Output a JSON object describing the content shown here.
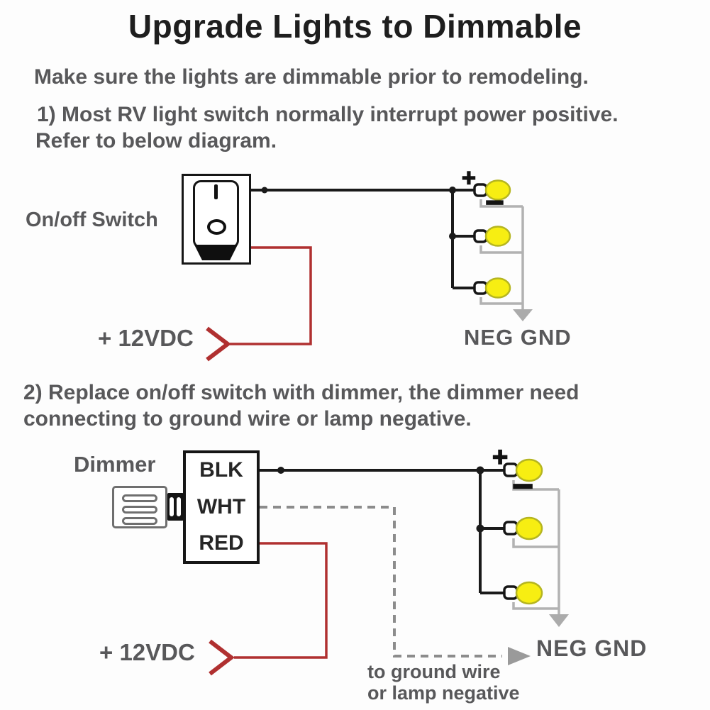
{
  "title": "Upgrade Lights to Dimmable",
  "intro": "Make sure the lights are dimmable prior to remodeling.",
  "step1": {
    "heading_line1": "1) Most RV light switch normally interrupt power positive.",
    "heading_line2": "Refer to below diagram.",
    "switch_label": "On/off Switch",
    "power_label": "+ 12VDC",
    "ground_label": "NEG GND",
    "plus_symbol": "+",
    "minus_symbol": "−"
  },
  "step2": {
    "heading_line1": "2) Replace on/off switch with dimmer, the dimmer need",
    "heading_line2": "connecting to ground wire or lamp negative.",
    "dimmer_label": "Dimmer",
    "wire_labels": [
      "BLK",
      "WHT",
      "RED"
    ],
    "power_label": "+ 12VDC",
    "ground_label": "NEG GND",
    "plus_symbol": "+",
    "minus_symbol": "−",
    "ground_note_line1": "to ground wire",
    "ground_note_line2": "or lamp negative"
  },
  "colors": {
    "power_wire_red": "#b03030",
    "ground_wire_gray": "#b2b2b2",
    "signal_wire_black": "#1a1a1a",
    "bulb_yellow": "#f7ee12",
    "text_gray": "#58585a"
  }
}
